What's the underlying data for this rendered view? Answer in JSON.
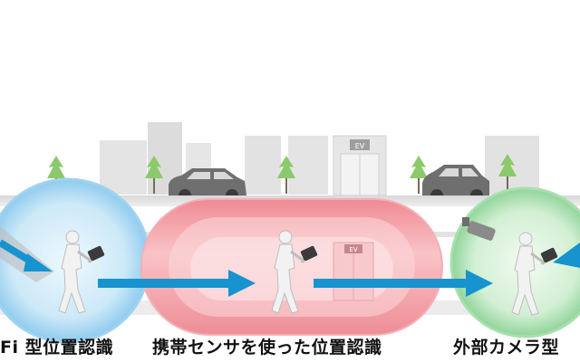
{
  "captions": {
    "wifi": "Fi 型位置認識",
    "sensor": "携帯センサを使った位置認識",
    "camera": "外部カメラ型"
  },
  "signs": {
    "elevator_street": "EV",
    "elevator_underground": "EV"
  },
  "colors": {
    "wifi_zone": "#bfe3f7",
    "sensor_zone": "#f6a9ae",
    "camera_zone": "#bfe8c0",
    "arrow": "#1793cf",
    "tree": "#8bc96a",
    "building": "#e1e1e1",
    "car": "#6f6f6f",
    "walker": "#ececec"
  },
  "icons": [
    "tree-icon",
    "car-icon",
    "elevator-icon",
    "walking-person-icon",
    "security-camera-icon",
    "flow-arrow-icon"
  ]
}
